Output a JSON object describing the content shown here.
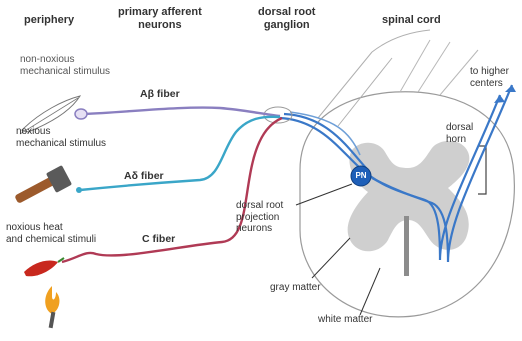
{
  "headers": {
    "periphery": "periphery",
    "primary_afferent_neurons": [
      "primary afferent",
      "neurons"
    ],
    "dorsal_root_ganglion": [
      "dorsal root",
      "ganglion"
    ],
    "spinal_cord": "spinal cord"
  },
  "stimuli": {
    "non_noxious": [
      "non-noxious",
      "mechanical stimulus"
    ],
    "noxious_mechanical": [
      "noxious",
      "mechanical stimulus"
    ],
    "noxious_heat": [
      "noxious heat",
      "and chemical stimuli"
    ]
  },
  "fibers": {
    "a_beta": "Aβ fiber",
    "a_delta": "Aδ fiber",
    "c": "C fiber"
  },
  "spinal_labels": {
    "to_higher_centers": [
      "to higher",
      "centers"
    ],
    "dorsal_horn": [
      "dorsal",
      "horn"
    ],
    "pn_marker": "PN",
    "projection_neurons": [
      "dorsal root",
      "projection",
      "neurons"
    ],
    "gray_matter": "gray matter",
    "white_matter": "white matter"
  },
  "colors": {
    "a_beta_fiber": "#8a7fc0",
    "a_delta_fiber": "#3aa6c8",
    "c_fiber": "#b03a55",
    "spinal_fibers": "#3a78c8",
    "gray_matter": "#cfcfcf",
    "neuron": "#1e5fb8",
    "flame": "#f0a020",
    "pepper": "#c8281e"
  },
  "icons": [
    "feather-icon",
    "hammer-icon",
    "chili-pepper-icon",
    "flame-icon"
  ]
}
